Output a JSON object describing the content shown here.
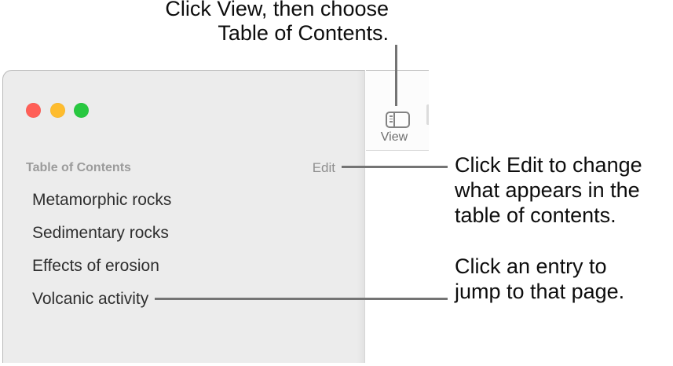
{
  "callouts": {
    "view": {
      "line1": "Click View, then choose",
      "line2": "Table of Contents."
    },
    "edit": {
      "line1": "Click Edit to change",
      "line2": "what appears in the",
      "line3": "table of contents."
    },
    "entry": {
      "line1": "Click an entry to",
      "line2": "jump to that page."
    }
  },
  "window": {
    "toolbar": {
      "view_button": {
        "label": "View",
        "icon": "sidebar-toggle-icon"
      }
    },
    "sidebar": {
      "title": "Table of Contents",
      "edit_label": "Edit",
      "entries": [
        "Metamorphic rocks",
        "Sedimentary rocks",
        "Effects of erosion",
        "Volcanic activity"
      ]
    }
  },
  "colors": {
    "sidebar_background": "#ececec",
    "traffic_close": "#ff5f57",
    "traffic_minimize": "#febc2e",
    "traffic_zoom": "#28c840",
    "callout_line": "#747474",
    "callout_text": "#0d0d0d",
    "muted_label": "#9b9b9b",
    "entry_text": "#2f2f2f"
  }
}
